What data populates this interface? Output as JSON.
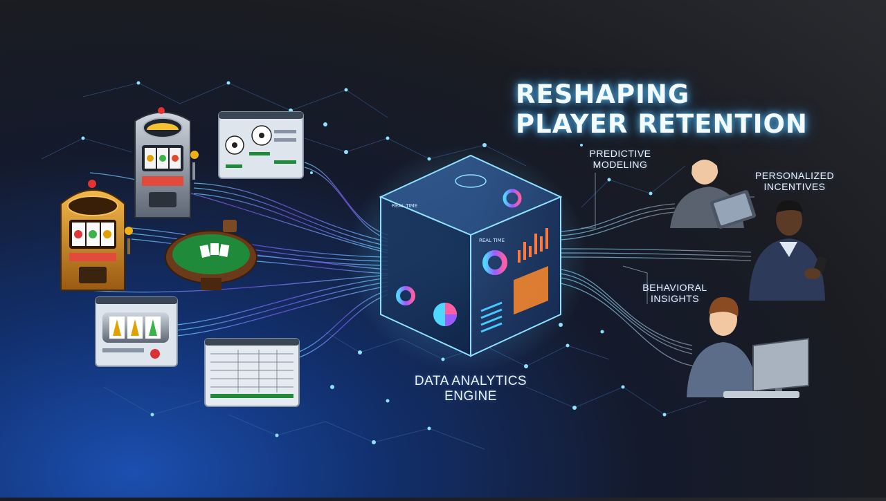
{
  "title": {
    "line1": "RESHAPING",
    "line2": "PLAYER RETENTION"
  },
  "engine_label": {
    "line1": "DATA ANALYTICS",
    "line2": "ENGINE"
  },
  "insights": {
    "predictive": {
      "line1": "PREDICTIVE",
      "line2": "MODELING"
    },
    "personalized": {
      "line1": "PERSONALIZED",
      "line2": "INCENTIVES"
    },
    "behavioral": {
      "line1": "BEHAVIORAL",
      "line2": "INSIGHTS"
    }
  },
  "engine_panels": {
    "front_label": "REAL TIME",
    "side_label": "REAL TIME"
  },
  "colors": {
    "accent_cyan": "#49c8ff",
    "accent_purple": "#9b5cff",
    "felt_green": "#1f8a3a",
    "cube_glow": "#6fd3ff"
  },
  "icons": [
    "slot-machine-icon",
    "sports-betting-screen-icon",
    "poker-table-icon",
    "online-slot-screen-icon",
    "odds-table-screen-icon",
    "analytics-cube-icon"
  ]
}
